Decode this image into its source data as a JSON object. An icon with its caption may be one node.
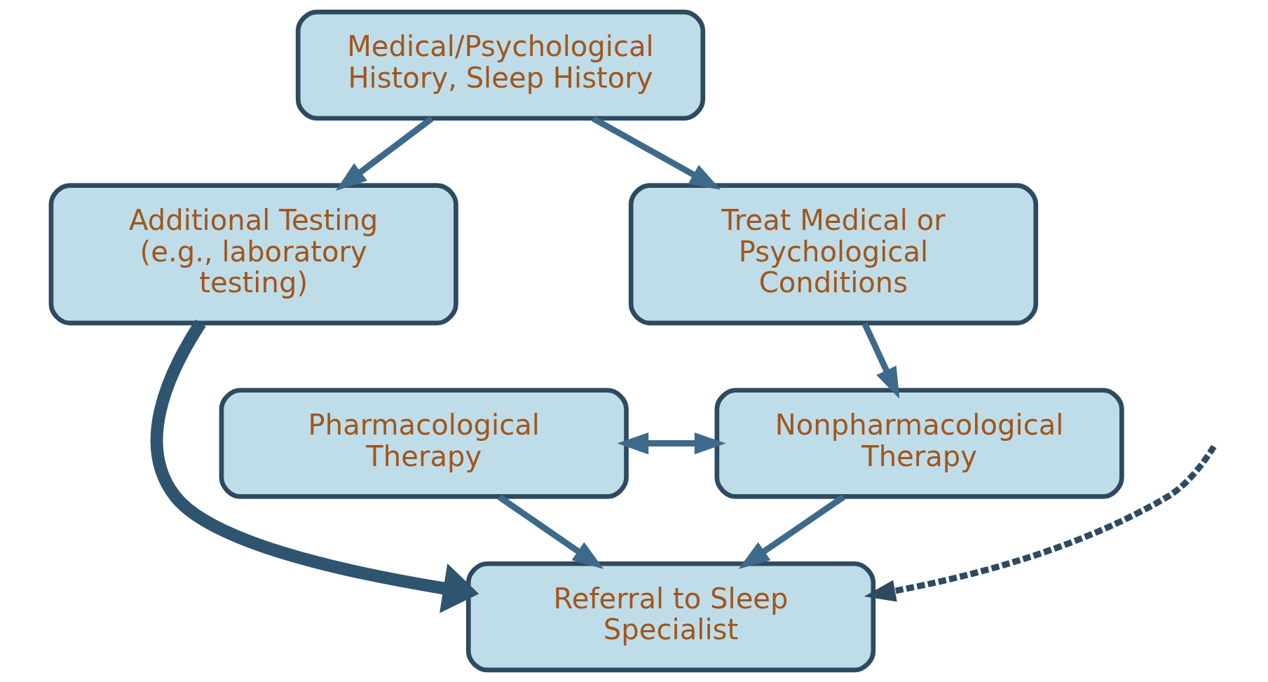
{
  "diagram": {
    "nodes": [
      {
        "text": [
          "Medical/Psychological History, Sleep History"
        ]
      },
      {
        "text": [
          "Additional Testing (e.g., laboratory testing)"
        ]
      },
      {
        "text": [
          "Treat Medical or Psychological Conditions"
        ]
      },
      {
        "text": [
          "Pharmacological Therapy"
        ]
      },
      {
        "text": [
          "Nonpharmacological Therapy"
        ]
      },
      {
        "text": [
          "Referral to Sleep Specialist"
        ]
      }
    ],
    "edges": [
      {
        "from": 0,
        "to": 1,
        "arrow": "to"
      },
      {
        "from": 0,
        "to": 2,
        "arrow": "to"
      },
      {
        "from": 2,
        "to": 4,
        "arrow": "to"
      },
      {
        "from": 3,
        "to": 4,
        "arrow": "both"
      },
      {
        "from": 3,
        "to": 5,
        "arrow": "to"
      },
      {
        "from": 4,
        "to": 5,
        "arrow": "to"
      },
      {
        "from": 1,
        "to": 5,
        "arrow": "to",
        "style": "thick",
        "color": "#2f5470"
      },
      {
        "from": null,
        "to": 5,
        "arrow": "to",
        "style": "dashed",
        "color": "#2e4a60"
      }
    ]
  }
}
